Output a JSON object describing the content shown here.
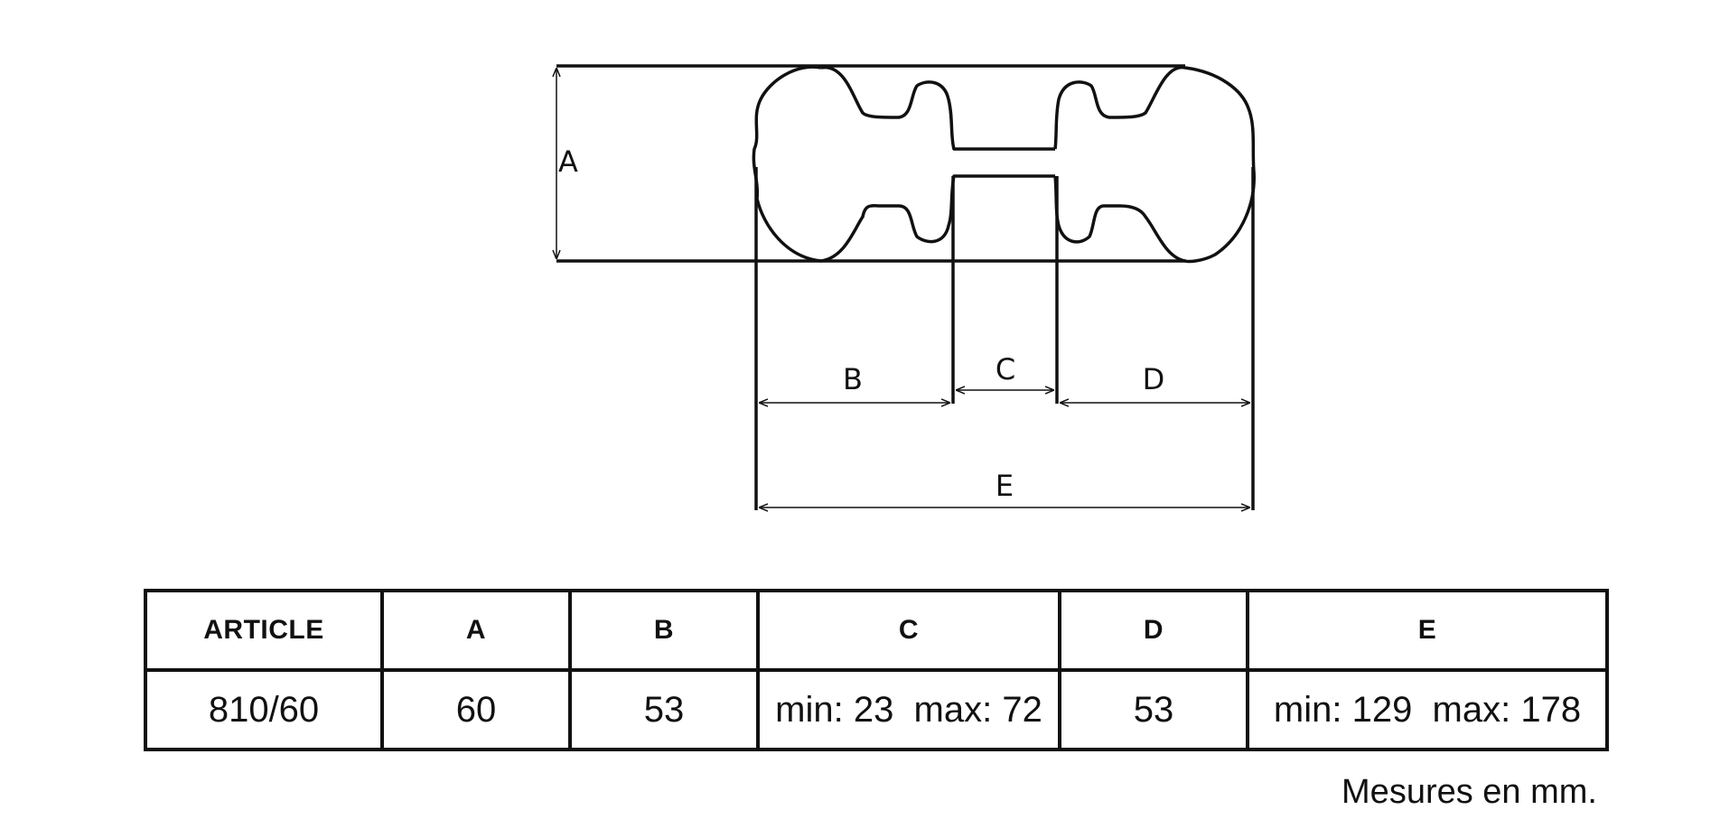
{
  "diagram": {
    "labels": {
      "a": "A",
      "b": "B",
      "c": "C",
      "d": "D",
      "e": "E"
    }
  },
  "table": {
    "headers": [
      "ARTICLE",
      "A",
      "B",
      "C",
      "D",
      "E"
    ],
    "row": [
      "810/60",
      "60",
      "53",
      "min: 23  max: 72",
      "53",
      "min: 129  max: 178"
    ]
  },
  "note": "Mesures en mm."
}
